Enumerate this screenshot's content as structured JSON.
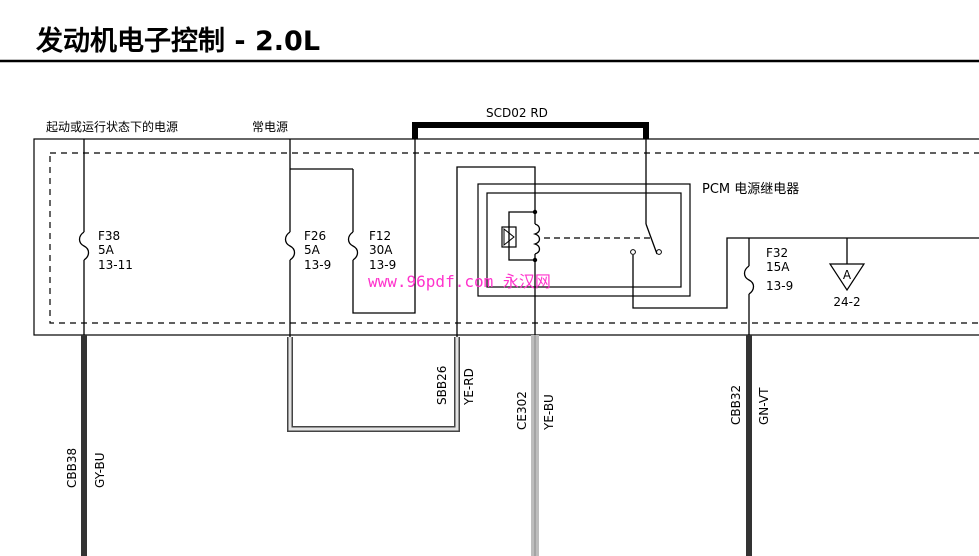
{
  "title": "发动机电子控制 - 2.0L",
  "supply": {
    "run_start": "起动或运行状态下的电源",
    "constant": "常电源"
  },
  "bus_label": "SCD02   RD",
  "relay_label": "PCM 电源继电器",
  "fuses": {
    "f38": {
      "name": "F38",
      "rating": "5A",
      "ref": "13-11"
    },
    "f26": {
      "name": "F26",
      "rating": "5A",
      "ref": "13-9"
    },
    "f12": {
      "name": "F12",
      "rating": "30A",
      "ref": "13-9"
    },
    "f32": {
      "name": "F32",
      "rating": "15A",
      "ref": "13-9"
    }
  },
  "ground_ref": {
    "letter": "A",
    "ref": "24-2"
  },
  "wires": {
    "cbb38": {
      "circuit": "CBB38",
      "color": "GY-BU"
    },
    "sbb26": {
      "circuit": "SBB26",
      "color": "YE-RD"
    },
    "ce302": {
      "circuit": "CE302",
      "color": "YE-BU"
    },
    "cbb32": {
      "circuit": "CBB32",
      "color": "GN-VT"
    }
  },
  "watermark": "www.96pdf.com 永汉网",
  "colors": {
    "wire_dark": "#333333",
    "wire_light": "#bdbdbd",
    "watermark": "#ff33cc"
  }
}
